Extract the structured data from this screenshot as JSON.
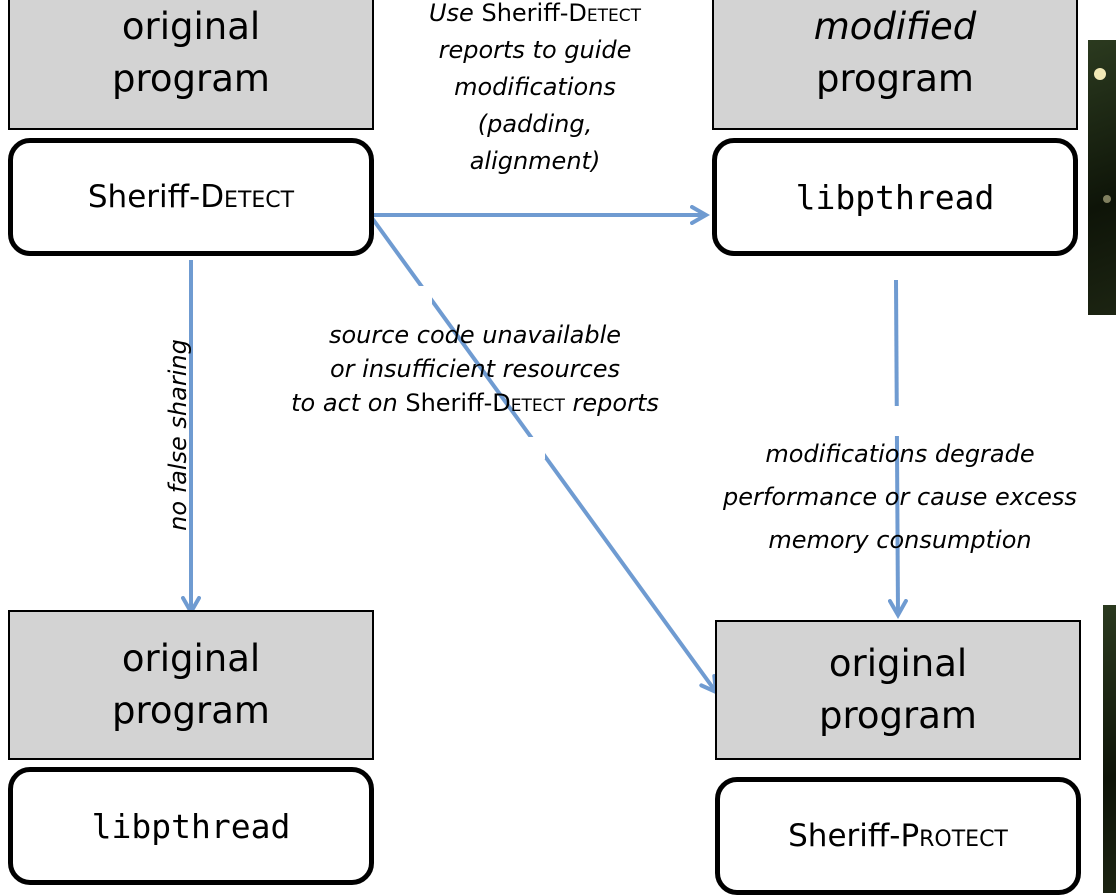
{
  "nodes": {
    "top_left": {
      "top_line1": "original",
      "top_line2": "program",
      "lib_prefix": "Sheriff-",
      "lib_suffix": "Detect"
    },
    "top_right": {
      "top_line1": "modified",
      "top_line2": "program",
      "lib": "libpthread"
    },
    "bottom_left": {
      "top_line1": "original",
      "top_line2": "program",
      "lib": "libpthread"
    },
    "bottom_right": {
      "top_line1": "original",
      "top_line2": "program",
      "lib_prefix": "Sheriff-",
      "lib_suffix": "Protect"
    }
  },
  "labels": {
    "guide": {
      "line1_it": "Use",
      "line1_up": " Sheriff-",
      "line1_sc": "Detect",
      "line2": "reports to guide",
      "line3": "modifications",
      "line4": "(padding,",
      "line5": "alignment)"
    },
    "no_false_sharing": "no false sharing",
    "unavailable": {
      "line1": "source code unavailable",
      "line2": "or insufficient resources",
      "line3_it": "to act on",
      "line3_up": " Sheriff-",
      "line3_sc": "Detect",
      "line3_tail": " reports"
    },
    "degrade": {
      "line1": "modifications degrade",
      "line2": "performance or cause excess",
      "line3": "memory consumption"
    }
  },
  "colors": {
    "arrow": "#6f9bd1",
    "box_fill": "#d3d3d3",
    "border": "#000000"
  }
}
